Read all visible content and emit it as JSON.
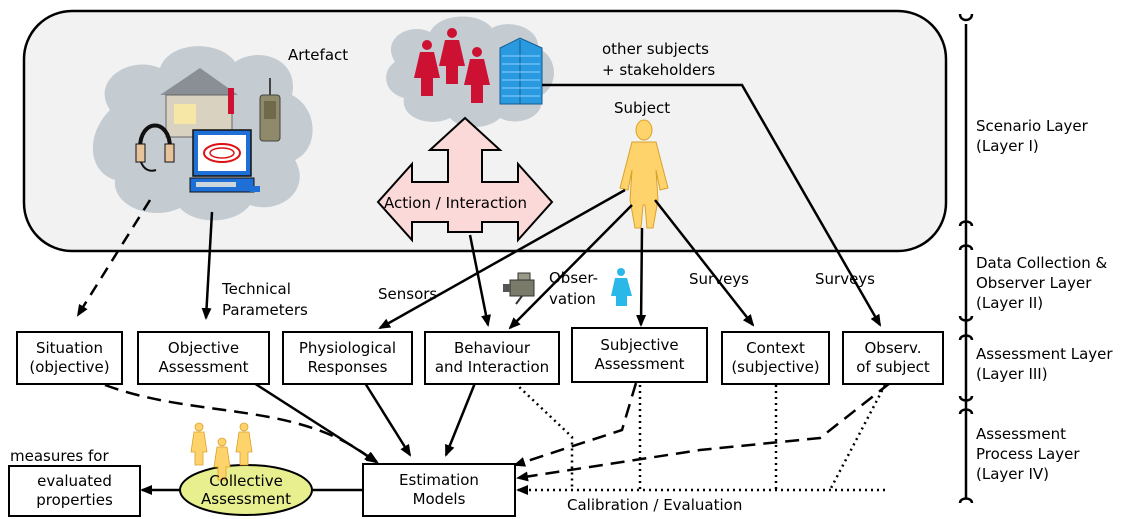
{
  "scenario": {
    "artefact_label": "Artefact",
    "others_label": "other subjects\n+ stakeholders",
    "subject_label": "Subject",
    "action_label": "Action / Interaction"
  },
  "edges": {
    "technical_parameters": "Technical\nParameters",
    "sensors": "Sensors",
    "observation": "Obser-\nvation",
    "surveys_1": "Surveys",
    "surveys_2": "Surveys",
    "calibration": "Calibration / Evaluation",
    "measures_for": "measures for"
  },
  "boxes": {
    "situation": "Situation\n(objective)",
    "objective_assessment": "Objective\nAssessment",
    "physiological": "Physiological\nResponses",
    "behaviour": "Behaviour\nand Interaction",
    "subjective_assessment": "Subjective\nAssessment",
    "context": "Context\n(subjective)",
    "observ_subject": "Observ.\nof subject",
    "estimation_models": "Estimation\nModels",
    "evaluated_properties": "evaluated\nproperties",
    "collective_assessment": "Collective\nAssessment"
  },
  "layers": {
    "layer1": "Scenario Layer\n(Layer I)",
    "layer2": "Data Collection &\nObserver Layer\n(Layer II)",
    "layer3": "Assessment Layer\n(Layer III)",
    "layer4": "Assessment\nProcess Layer\n(Layer IV)"
  },
  "colors": {
    "cloud": "#c4ccd2",
    "scenario_bg": "#f2f2f2",
    "person_red": "#cc1133",
    "person_yellow": "#ffd36b",
    "observer_blue": "#29b8e8",
    "building_blue": "#2a9ae0",
    "arrow_pink": "#fbd9d9",
    "ellipse_green": "#e7ef8f"
  }
}
